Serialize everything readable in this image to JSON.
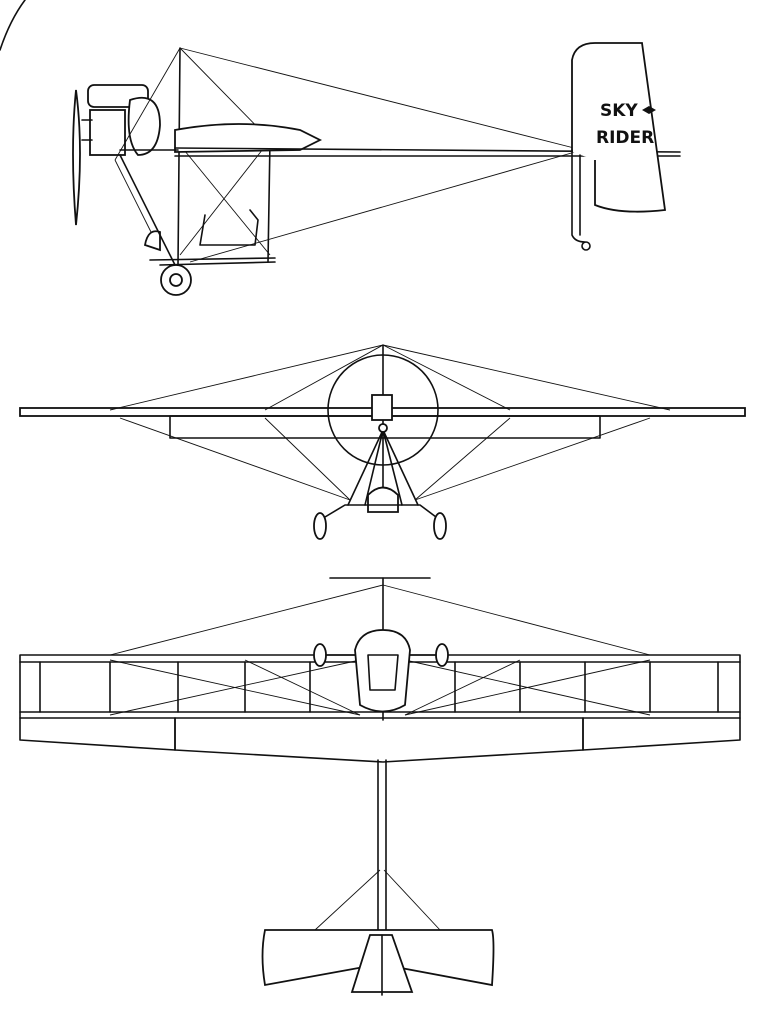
{
  "tail_marking": {
    "line1": "SKY",
    "line2": "RIDER"
  },
  "views": [
    "side-view",
    "front-view",
    "top-view"
  ]
}
